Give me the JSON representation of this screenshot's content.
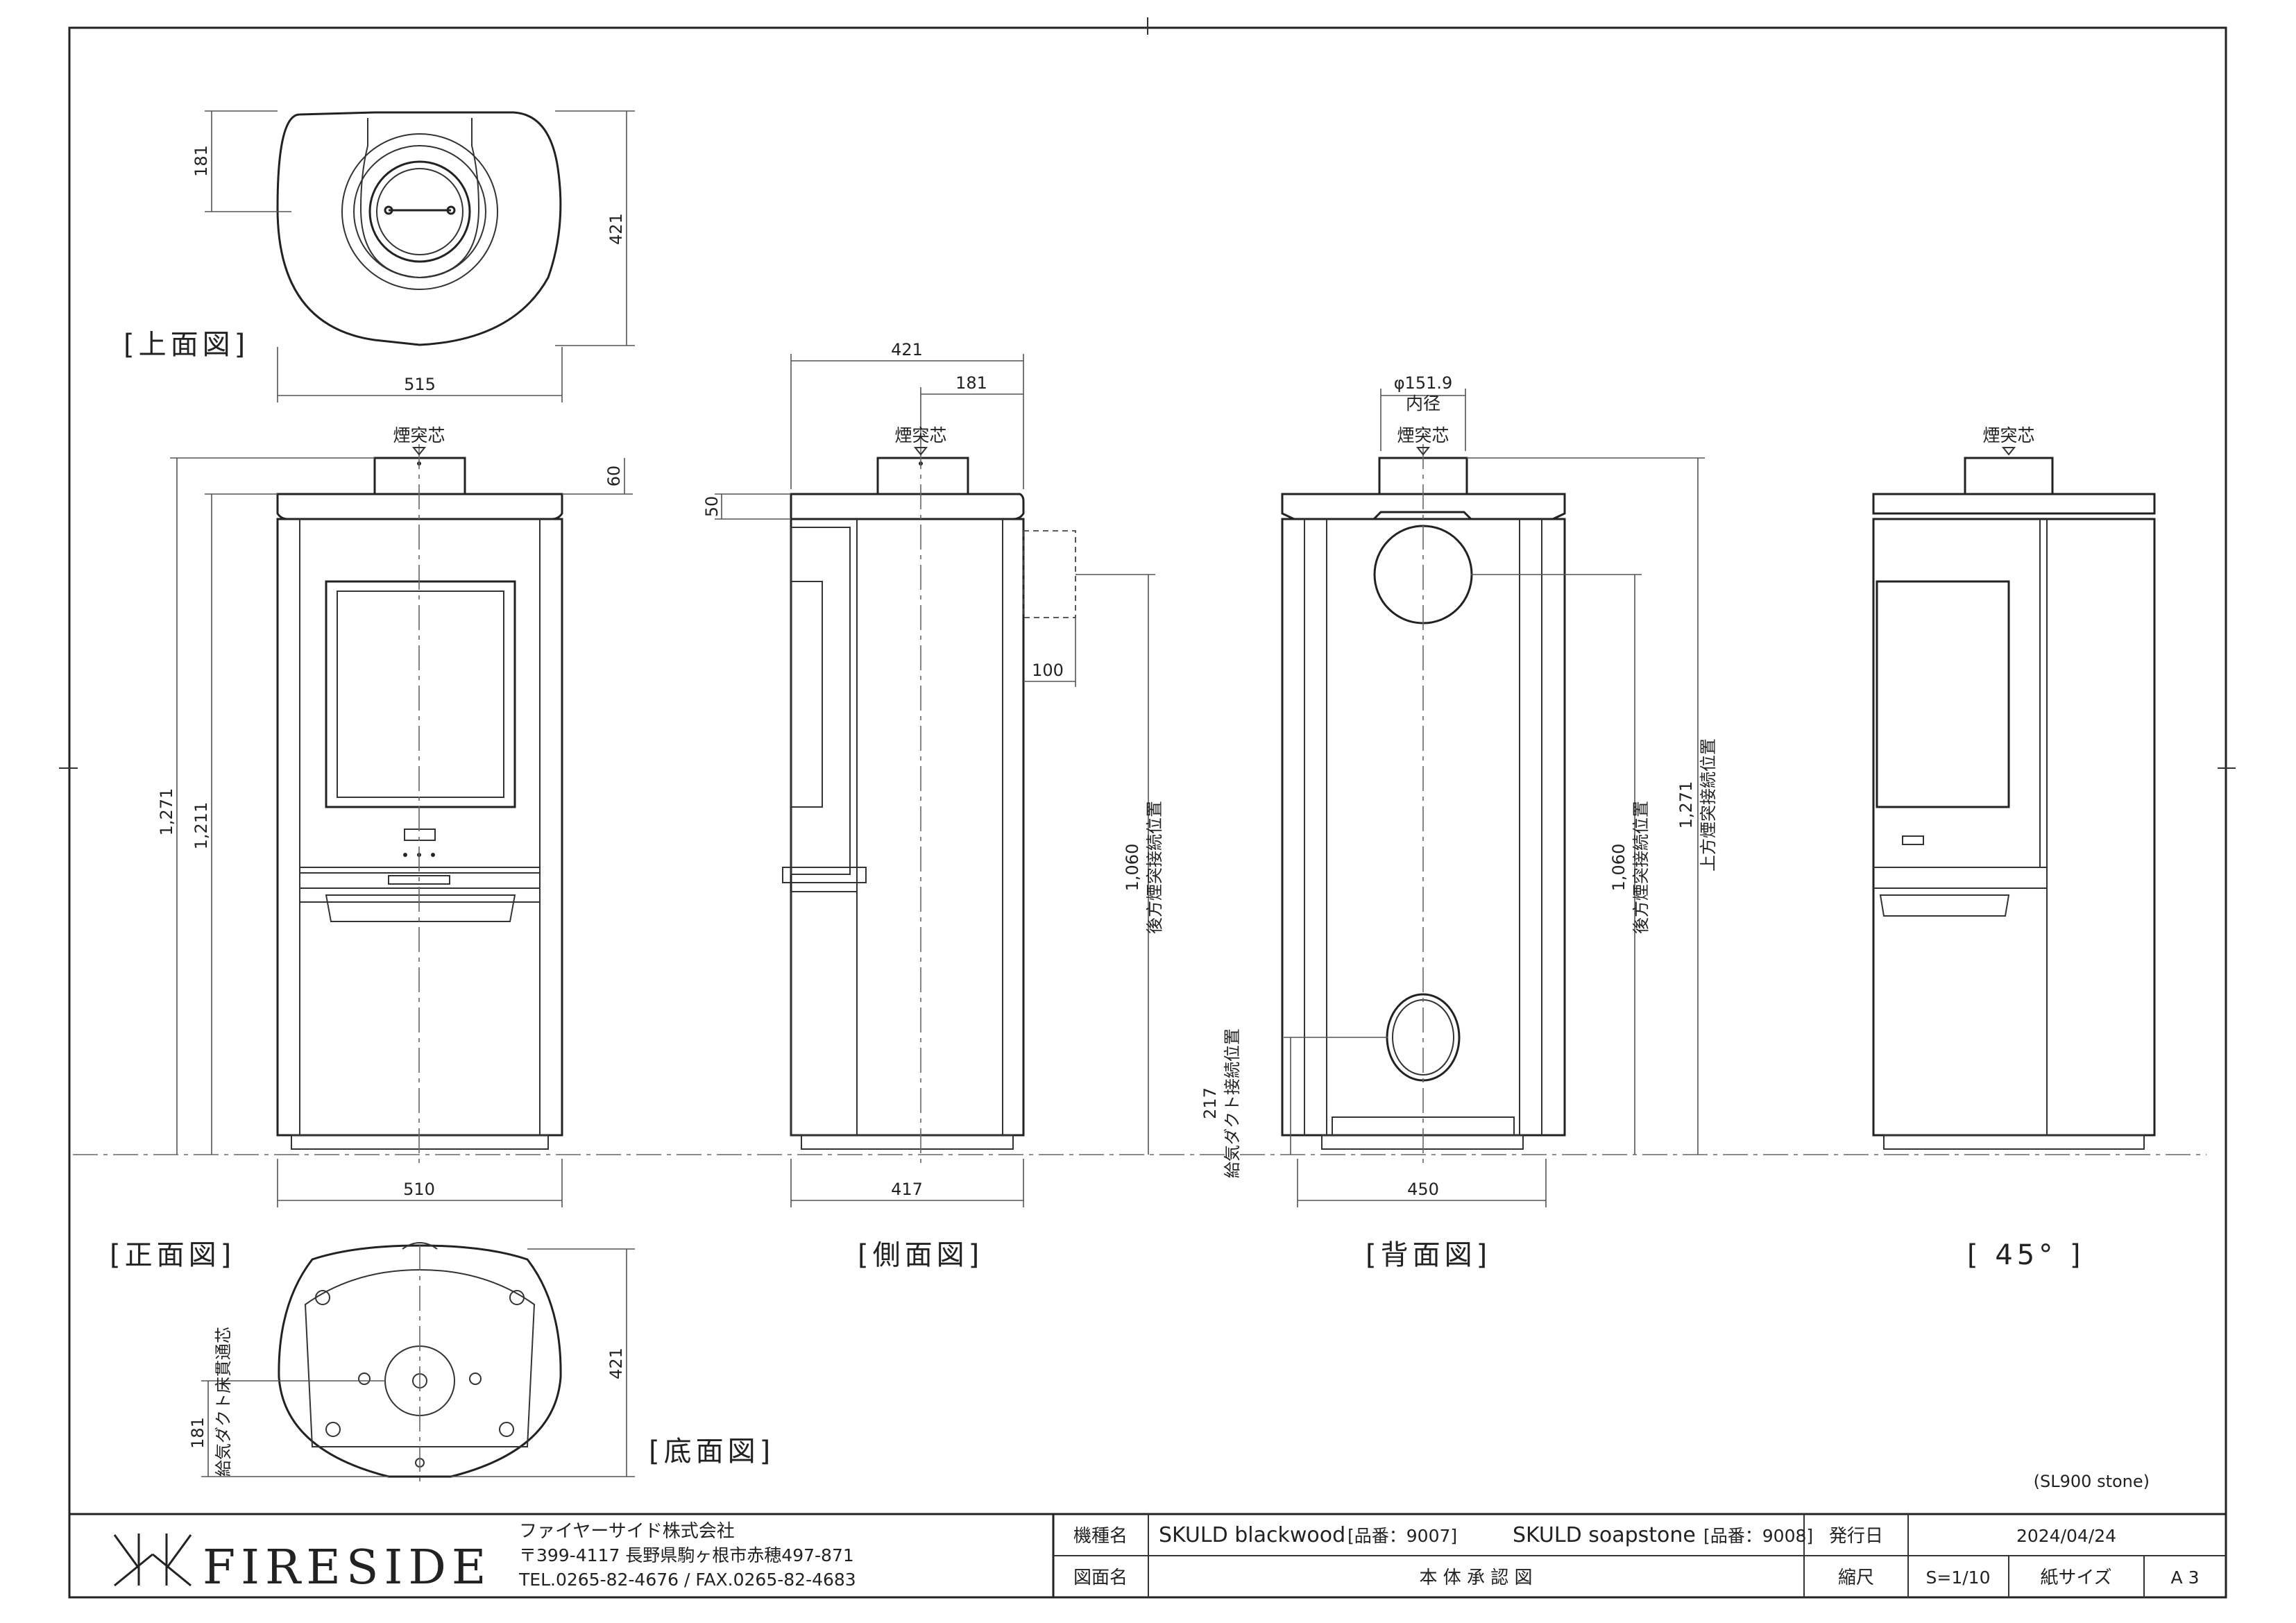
{
  "views": {
    "top": "[上面図]",
    "front": "[正面図]",
    "side": "[側面図]",
    "back": "[背面図]",
    "iso": "[ 45° ]",
    "bottom": "[底面図]"
  },
  "labels": {
    "flue_center": "煙突芯",
    "rear_flue_connection": "後方煙突接続位置",
    "top_flue_connection": "上方煙突接続位置",
    "air_duct_connection": "給気ダクト接続位置",
    "air_duct_floor_center": "給気ダクト床貫通芯",
    "inner_diameter_value": "φ151.9",
    "inner_diameter_label": "内径",
    "model_note": "(SL900 stone)"
  },
  "dimensions": {
    "top_depth_flue": "181",
    "top_depth": "421",
    "top_width": "515",
    "front_top": "60",
    "front_total_height": "1,271",
    "front_body_height": "1,211",
    "front_width": "510",
    "side_depth": "421",
    "side_flue_depth": "181",
    "side_top": "50",
    "side_outlet": "100",
    "side_rear_flue_height": "1,060",
    "side_width": "417",
    "back_rear_flue_height": "1,060",
    "back_top_flue_height": "1,271",
    "back_air_duct_height": "217",
    "back_width": "450",
    "bottom_depth": "421",
    "bottom_duct_offset": "181"
  },
  "title_block": {
    "company_name": "ファイヤーサイド株式会社",
    "address": "〒399-4117 長野県駒ヶ根市赤穂497-871",
    "contact": "TEL.0265-82-4676 / FAX.0265-82-4683",
    "logo_text": "FIRESIDE",
    "model_label": "機種名",
    "model_1_name": "SKULD blackwood",
    "model_1_code": "[品番：9007]",
    "model_2_name": "SKULD soapstone",
    "model_2_code": "[品番：9008]",
    "issue_date_label": "発行日",
    "issue_date": "2024/04/24",
    "drawing_name_label": "図面名",
    "drawing_name": "本 体 承 認 図",
    "scale_label": "縮尺",
    "scale": "S=1/10",
    "paper_size_label": "紙サイズ",
    "paper_size": "A 3"
  },
  "colors": {
    "line": "#222222",
    "background": "#ffffff"
  }
}
